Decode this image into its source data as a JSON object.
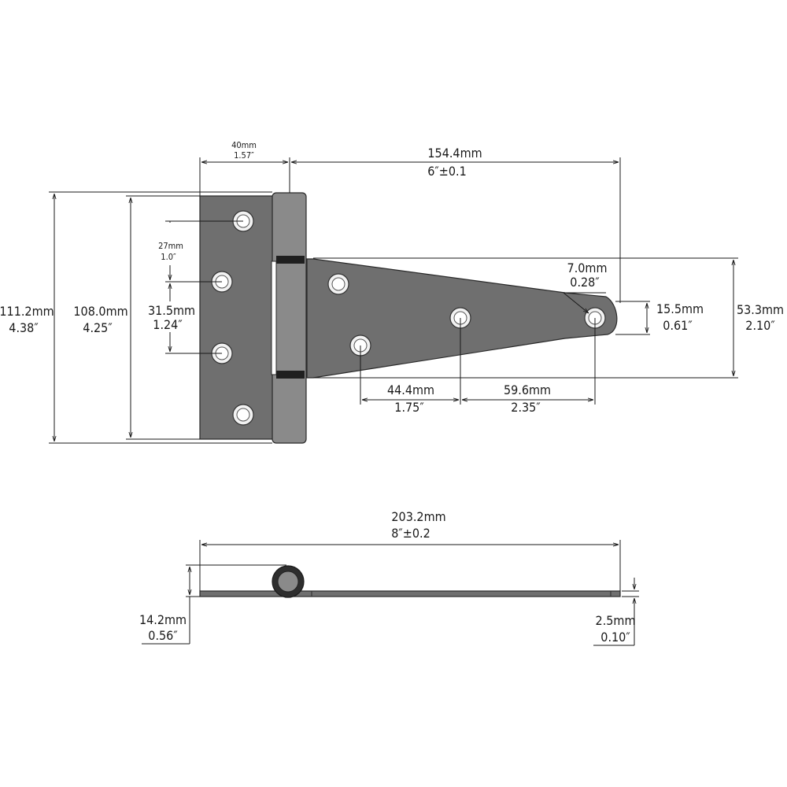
{
  "top_view": {
    "dims": {
      "leaf_width": {
        "mm": "40mm",
        "in": "1.57″"
      },
      "overall_length": {
        "mm": "154.4mm",
        "in": "6″±0.1"
      },
      "outer_height": {
        "mm": "111.2mm",
        "in": "4.38″"
      },
      "leaf_height": {
        "mm": "108.0mm",
        "in": "4.25″"
      },
      "hole_spacing_small": {
        "mm": "27mm",
        "in": "1.0″"
      },
      "hole_spacing_large": {
        "mm": "31.5mm",
        "in": "1.24″"
      },
      "hole_diameter": {
        "mm": "7.0mm",
        "in": "0.28″"
      },
      "strap_tip_height": {
        "mm": "15.5mm",
        "in": "0.61″"
      },
      "strap_base_height": {
        "mm": "53.3mm",
        "in": "2.10″"
      },
      "strap_hole_spacing_1": {
        "mm": "44.4mm",
        "in": "1.75″"
      },
      "strap_hole_spacing_2": {
        "mm": "59.6mm",
        "in": "2.35″"
      }
    }
  },
  "side_view": {
    "dims": {
      "overall_length": {
        "mm": "203.2mm",
        "in": "8″±0.2"
      },
      "knuckle_height": {
        "mm": "14.2mm",
        "in": "0.56″"
      },
      "thickness": {
        "mm": "2.5mm",
        "in": "0.10″"
      }
    }
  },
  "colors": {
    "metal": "#6f6f6f",
    "outline": "#2a2a2a",
    "line": "#1a1a1a"
  }
}
